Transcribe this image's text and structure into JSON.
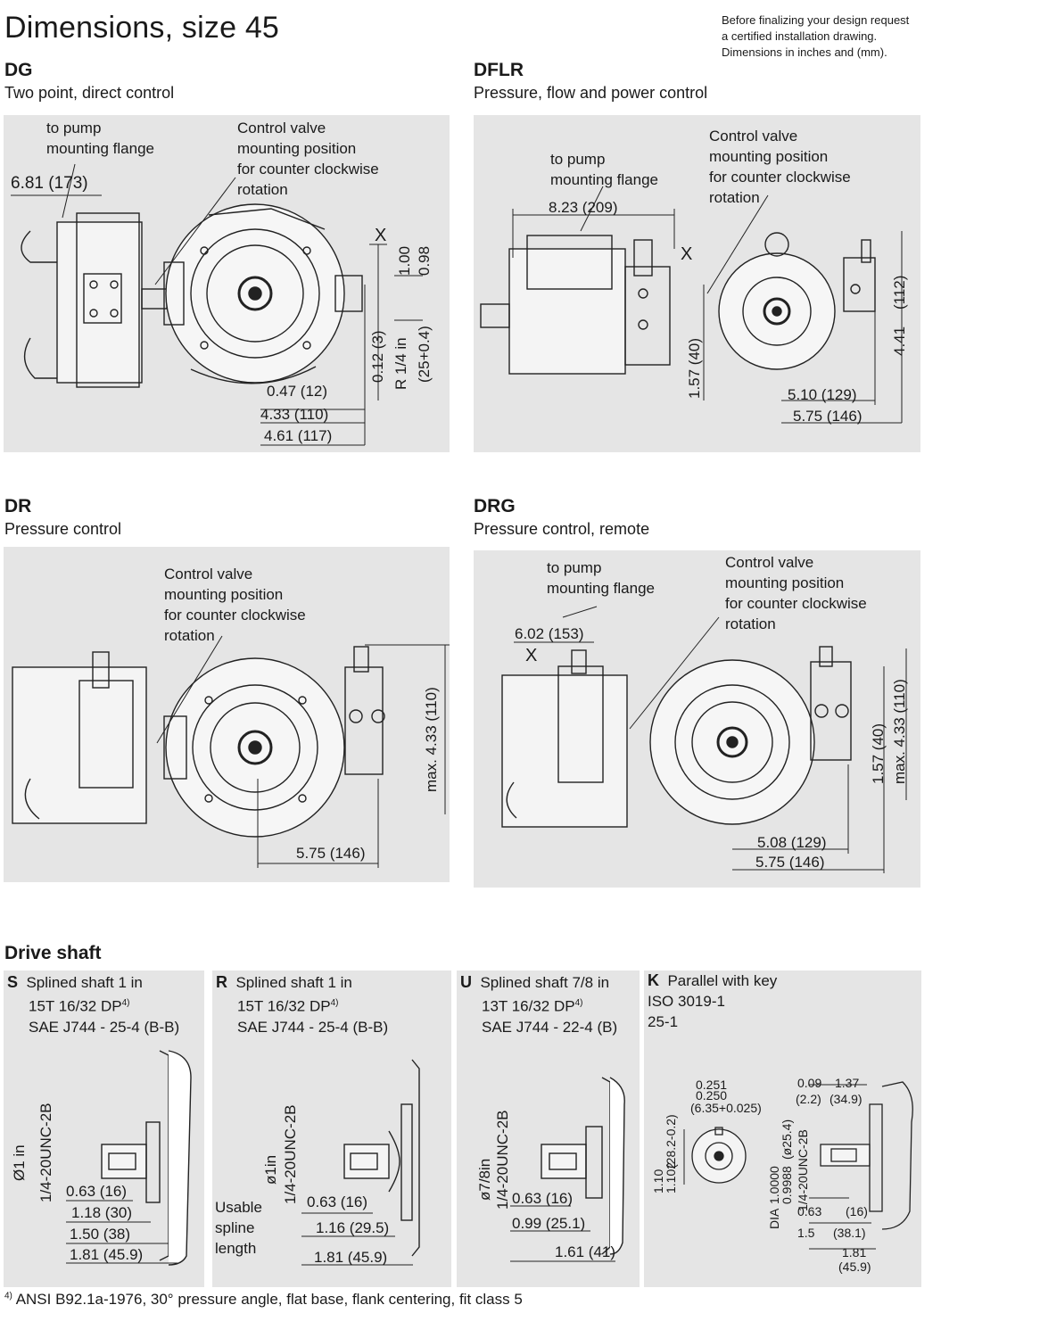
{
  "page": {
    "title": "Dimensions, size 45",
    "note": [
      "Before finalizing your design request",
      "a certified installation drawing.",
      "Dimensions in inches and (mm)."
    ]
  },
  "sections": {
    "dg": {
      "code": "DG",
      "desc": "Two point, direct control",
      "labels": {
        "flange": "to pump\nmounting flange",
        "valve": "Control valve\nmounting position\nfor counter clockwise\nrotation",
        "x": "X"
      },
      "dims": {
        "d1": "6.81 (173)",
        "d2": "0.47 (12)",
        "d3": "4.33 (110)",
        "d4": "4.61 (117)",
        "v1": "1.00",
        "v2": "0.98",
        "v3": "0.12 (3)",
        "v4": "R 1/4 in",
        "v5": "(25+0.4)"
      }
    },
    "dflr": {
      "code": "DFLR",
      "desc": "Pressure, flow and power control",
      "labels": {
        "flange": "to pump\nmounting flange",
        "valve": "Control valve\nmounting position\nfor counter clockwise\nrotation",
        "x": "X"
      },
      "dims": {
        "d1": "8.23 (209)",
        "d2": "5.10 (129)",
        "d3": "5.75 (146)",
        "v1": "1.57 (40)",
        "v2": "4.41",
        "v3": "(112)"
      }
    },
    "dr": {
      "code": "DR",
      "desc": "Pressure control",
      "labels": {
        "valve": "Control valve\nmounting position\nfor counter clockwise\nrotation"
      },
      "dims": {
        "d1": "5.75 (146)",
        "v1": "max. 4.33 (110)"
      }
    },
    "drg": {
      "code": "DRG",
      "desc": "Pressure control, remote",
      "labels": {
        "flange": "to pump\nmounting flange",
        "valve": "Control valve\nmounting position\nfor counter clockwise\nrotation",
        "x": "X"
      },
      "dims": {
        "d1": "6.02 (153)",
        "d2": "5.08 (129)",
        "d3": "5.75 (146)",
        "v1": "1.57 (40)",
        "v2": "max. 4.33 (110)"
      }
    }
  },
  "drive_shaft": {
    "title": "Drive shaft",
    "shafts": [
      {
        "letter": "S",
        "line1": "Splined shaft 1 in",
        "line2": "15T 16/32 DP",
        "sup": "4)",
        "line3": "SAE J744 - 25-4 (B-B)",
        "v1": "Ø1 in",
        "v2": "1/4-20UNC-2B",
        "d": [
          "0.63 (16)",
          "1.18 (30)",
          "1.50 (38)",
          "1.81 (45.9)"
        ]
      },
      {
        "letter": "R",
        "line1": "Splined shaft 1 in",
        "line2": "15T 16/32 DP",
        "sup": "4)",
        "line3": "SAE J744 - 25-4 (B-B)",
        "v1": "ø1in",
        "v2": "1/4-20UNC-2B",
        "usable": "Usable\nspline\nlength",
        "d": [
          "0.63 (16)",
          "1.16 (29.5)",
          "1.81 (45.9)"
        ]
      },
      {
        "letter": "U",
        "line1": "Splined shaft 7/8 in",
        "line2": "13T 16/32 DP",
        "sup": "4)",
        "line3": "SAE J744 - 22-4 (B)",
        "v1": "ø7/8in",
        "v2": "1/4-20UNC-2B",
        "d": [
          "0.63 (16)",
          "0.99 (25.1)",
          "1.61 (41)"
        ]
      },
      {
        "letter": "K",
        "line1": "Parallel with key",
        "line2": "ISO 3019-1",
        "line3": "25-1",
        "k": {
          "a1": "0.251",
          "a2": "0.250",
          "a3": "(6.35+0.025)",
          "b1": "0.09",
          "b2": "(2.2)",
          "c1": "1.37",
          "c2": "(34.9)",
          "v1": "1.10",
          "v2": "1.102",
          "v3": "(28.2-0.2)",
          "v4": "DIA",
          "v5": "1.0000",
          "v6": "0.9988",
          "v7": "(ø25.4)",
          "v8": "1/4-20UNC-2B",
          "d1": "0.63",
          "d1b": "(16)",
          "d2": "1.5",
          "d2b": "(38.1)",
          "d3": "1.81",
          "d3b": "(45.9)"
        }
      }
    ]
  },
  "footnote": {
    "sup": "4)",
    "text": " ANSI B92.1a-1976, 30° pressure angle, flat base, flank centering, fit class 5"
  }
}
